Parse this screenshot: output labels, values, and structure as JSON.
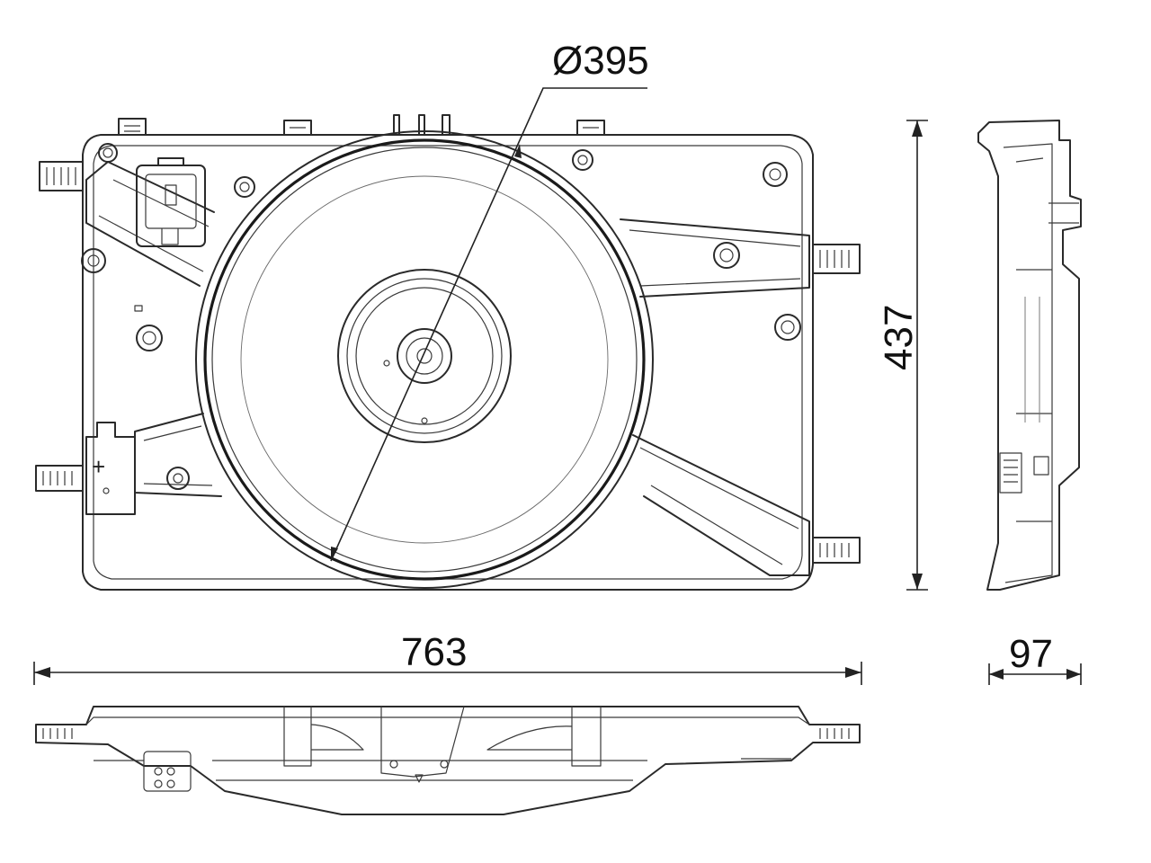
{
  "drawing": {
    "dimensions": {
      "fan_diameter": "Ø395",
      "overall_width": "763",
      "overall_height": "437",
      "depth": "97"
    },
    "connector_polarity_mark": "+"
  }
}
